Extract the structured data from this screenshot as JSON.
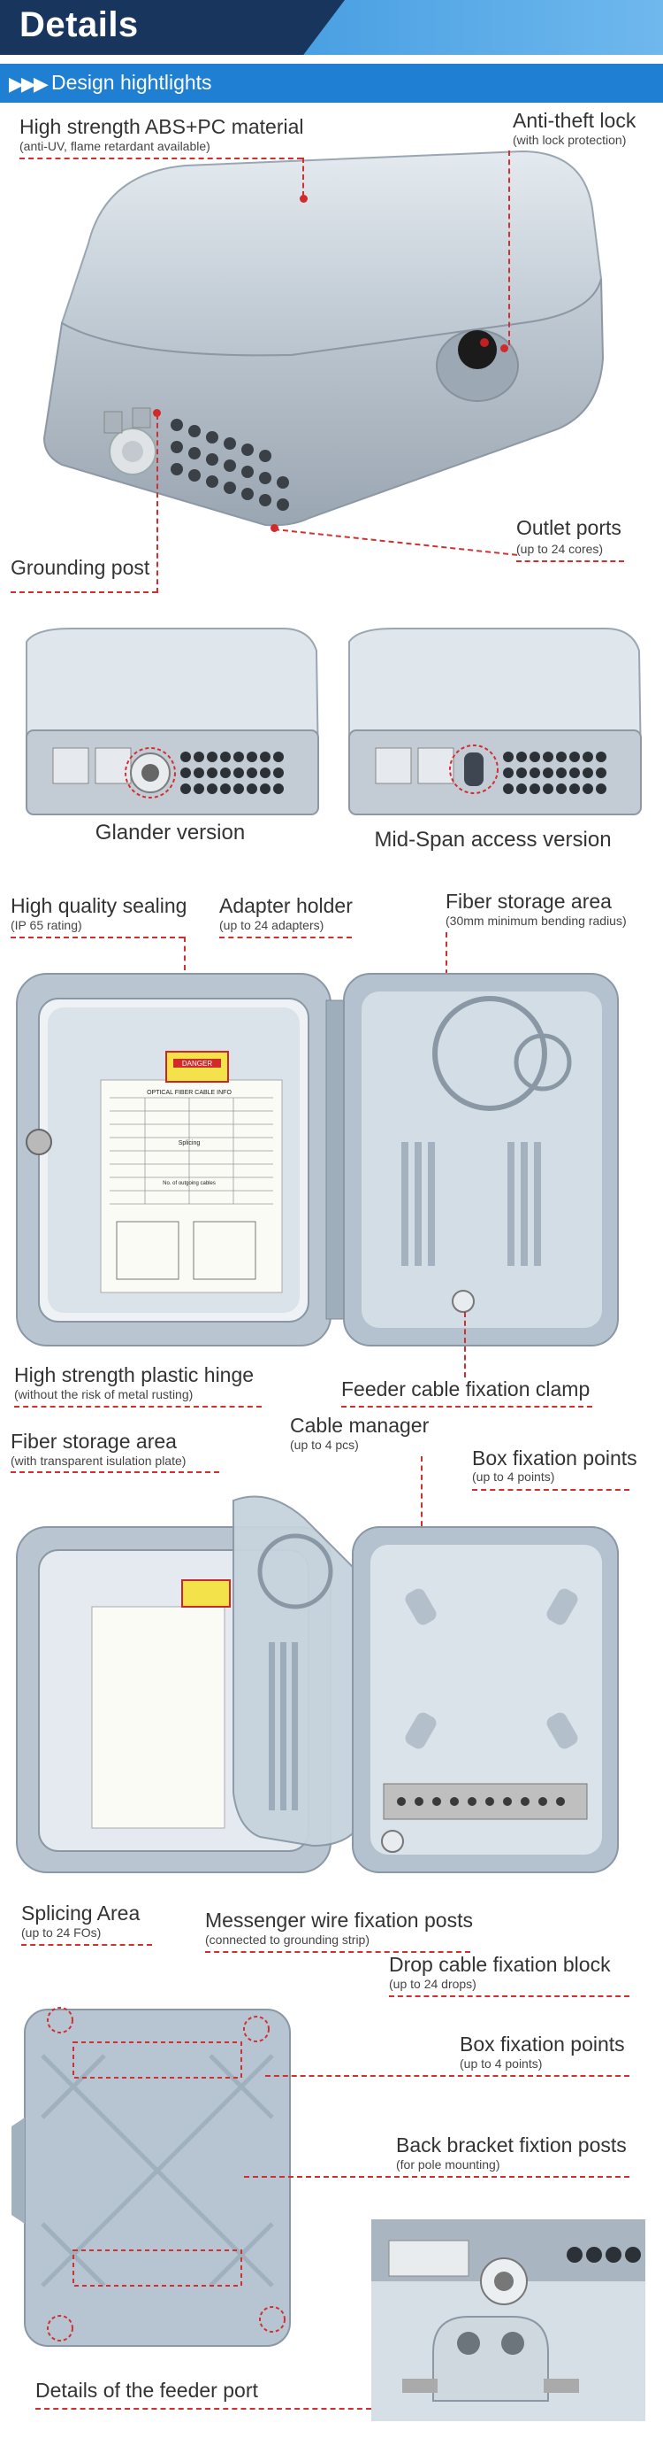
{
  "header": {
    "title": "Details"
  },
  "bar": {
    "label": "Design hightlights"
  },
  "labels": {
    "abs_title": "High strength ABS+PC material",
    "abs_sub": "(anti-UV, flame retardant available)",
    "lock_title": "Anti-theft lock",
    "lock_sub": "(with lock protection)",
    "ground_title": "Grounding post",
    "outlet_title": "Outlet ports",
    "outlet_sub": "(up to 24 cores)",
    "glander": "Glander version",
    "midspan": "Mid-Span access version",
    "sealing_title": "High quality sealing",
    "sealing_sub": "(IP 65 rating)",
    "adapter_title": "Adapter holder",
    "adapter_sub": "(up to 24 adapters)",
    "fiber1_title": "Fiber storage area",
    "fiber1_sub": "(30mm minimum bending radius)",
    "hinge_title": "High strength plastic hinge",
    "hinge_sub": "(without the risk of metal rusting)",
    "clamp_title": "Feeder cable fixation clamp",
    "fiber2_title": "Fiber storage area",
    "fiber2_sub": "(with transparent isulation plate)",
    "cable_title": "Cable manager",
    "cable_sub": "(up to 4 pcs)",
    "box1_title": "Box fixation points",
    "box1_sub": "(up to 4 points)",
    "splice_title": "Splicing Area",
    "splice_sub": "(up to 24 FOs)",
    "messenger_title": "Messenger wire fixation posts",
    "messenger_sub": "(connected to grounding strip)",
    "drop_title": "Drop cable fixation block",
    "drop_sub": "(up to 24 drops)",
    "box2_title": "Box fixation points",
    "box2_sub": "(up to 4 points)",
    "bracket_title": "Back bracket fixtion posts",
    "bracket_sub": "(for pole mounting)",
    "feeder_title": "Details of the feeder port"
  },
  "sheet": {
    "danger": "DANGER",
    "heading": "OPTICAL FIBER CABLE INFO",
    "splicing": "Splicing",
    "record": "No. of outgoing cables"
  },
  "colors": {
    "header_dark": "#18355e",
    "bar_blue": "#1f7fd2",
    "leader_red": "#d13030",
    "box_grey": "#c9d3dc"
  }
}
